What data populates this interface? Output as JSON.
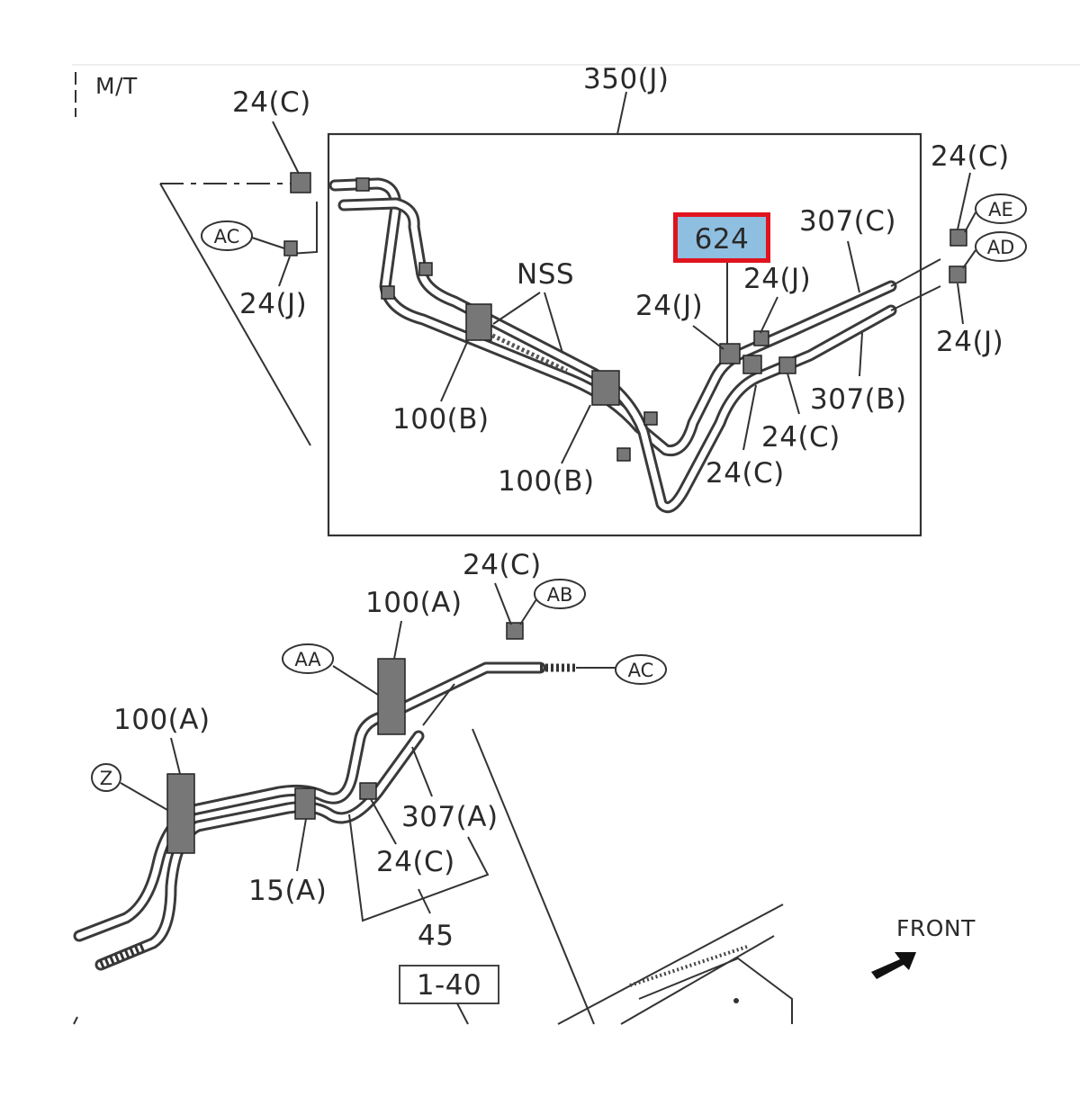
{
  "labels": {
    "mt": "M/T",
    "assy": "350(J)",
    "c24_top_left": "24(C)",
    "j24_left": "24(J)",
    "nss": "NSS",
    "b100_left": "100(B)",
    "b100_mid": "100(B)",
    "highlight": "624",
    "j24_mid": "24(J)",
    "j24_mid2": "24(J)",
    "c307": "307(C)",
    "c24_top_right": "24(C)",
    "j24_right": "24(J)",
    "b307": "307(B)",
    "c24_inner1": "24(C)",
    "c24_inner2": "24(C)",
    "c24_lower": "24(C)",
    "a100_upper": "100(A)",
    "a100_lower": "100(A)",
    "a307": "307(A)",
    "c24_bottom": "24(C)",
    "a15": "15(A)",
    "n45": "45",
    "ref": "1-40",
    "front": "FRONT"
  },
  "circles": {
    "ac_left": "AC",
    "ae": "AE",
    "ad": "AD",
    "ab": "AB",
    "aa": "AA",
    "ac_right": "AC",
    "z": "Z"
  },
  "colors": {
    "highlight_fill": "#8fbfe0",
    "highlight_border": "#e0141e"
  }
}
